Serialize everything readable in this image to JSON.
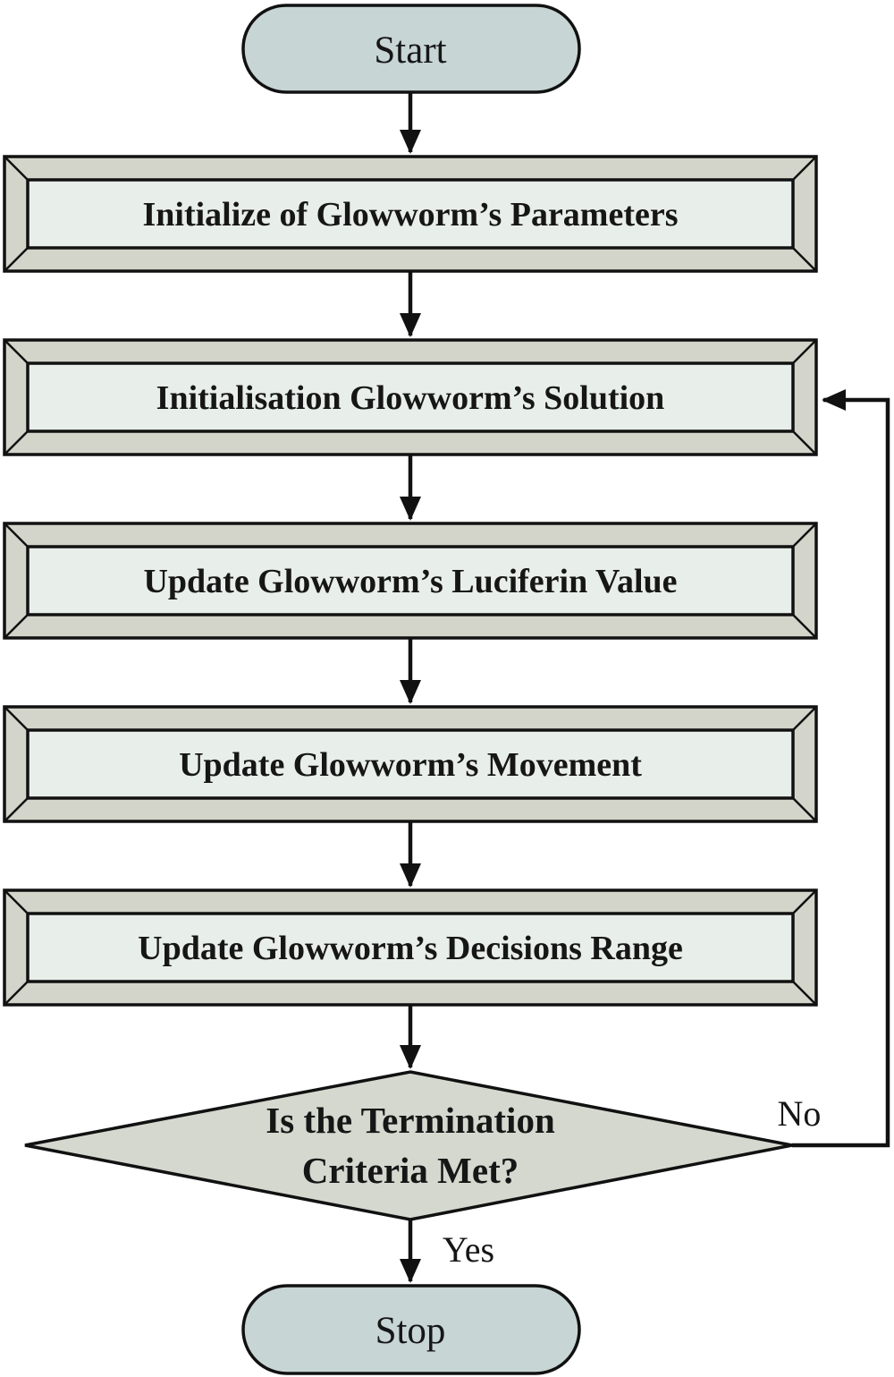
{
  "colors": {
    "terminal_fill": "#c7d5d4",
    "frame_fill": "#d3d5ca",
    "inner_fill": "#e8eeea",
    "diamond_fill": "#d5d8cf",
    "stroke": "#111111",
    "background": "#ffffff"
  },
  "nodes": {
    "start": {
      "label": "Start"
    },
    "boxes": [
      {
        "label": "Initialize of Glowworm’s Parameters"
      },
      {
        "label": "Initialisation Glowworm’s Solution"
      },
      {
        "label": "Update Glowworm’s Luciferin Value"
      },
      {
        "label": "Update Glowworm’s Movement"
      },
      {
        "label": "Update Glowworm’s Decisions Range"
      }
    ],
    "decision": {
      "line1": "Is the Termination",
      "line2": "Criteria Met?"
    },
    "stop": {
      "label": "Stop"
    }
  },
  "edges": {
    "no_label": "No",
    "yes_label": "Yes"
  }
}
